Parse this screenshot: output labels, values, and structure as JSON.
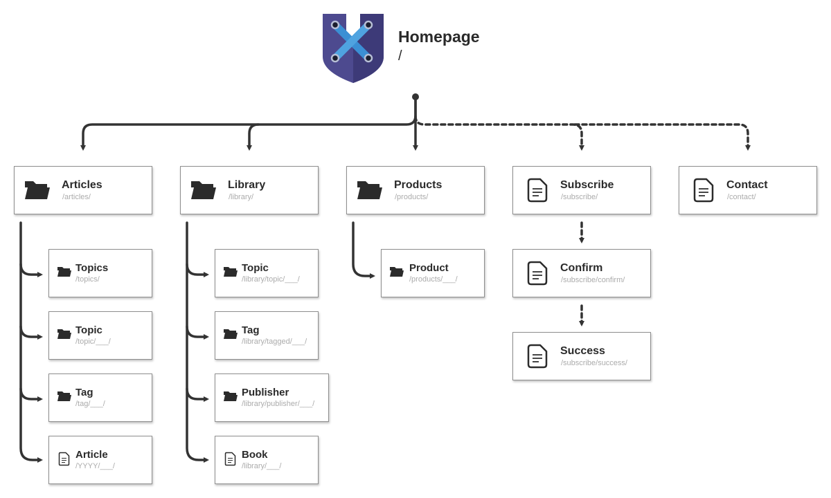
{
  "home": {
    "title": "Homepage",
    "path": "/"
  },
  "colors": {
    "line": "#333333",
    "box_border": "#8e8e8e",
    "path_text": "#ababab",
    "logo_shield": "#4d4a8f",
    "logo_cross": "#3b8fd4"
  },
  "sections": {
    "articles": {
      "title": "Articles",
      "path": "/articles/",
      "icon": "folder-icon",
      "children": [
        {
          "title": "Topics",
          "path": "/topics/",
          "icon": "folder-icon"
        },
        {
          "title": "Topic",
          "path": "/topic/___/",
          "icon": "folder-icon"
        },
        {
          "title": "Tag",
          "path": "/tag/___/",
          "icon": "folder-icon"
        },
        {
          "title": "Article",
          "path": "/YYYY/___/",
          "icon": "document-icon"
        }
      ]
    },
    "library": {
      "title": "Library",
      "path": "/library/",
      "icon": "folder-icon",
      "children": [
        {
          "title": "Topic",
          "path": "/library/topic/___/",
          "icon": "folder-icon"
        },
        {
          "title": "Tag",
          "path": "/library/tagged/___/",
          "icon": "folder-icon"
        },
        {
          "title": "Publisher",
          "path": "/library/publisher/___/",
          "icon": "folder-icon"
        },
        {
          "title": "Book",
          "path": "/library/___/",
          "icon": "document-icon"
        }
      ]
    },
    "products": {
      "title": "Products",
      "path": "/products/",
      "icon": "folder-icon",
      "children": [
        {
          "title": "Product",
          "path": "/products/___/",
          "icon": "folder-icon"
        }
      ]
    },
    "subscribe": {
      "title": "Subscribe",
      "path": "/subscribe/",
      "icon": "document-icon",
      "steps": [
        {
          "title": "Confirm",
          "path": "/subscribe/confirm/",
          "icon": "document-icon"
        },
        {
          "title": "Success",
          "path": "/subscribe/success/",
          "icon": "document-icon"
        }
      ]
    },
    "contact": {
      "title": "Contact",
      "path": "/contact/",
      "icon": "document-icon"
    }
  }
}
